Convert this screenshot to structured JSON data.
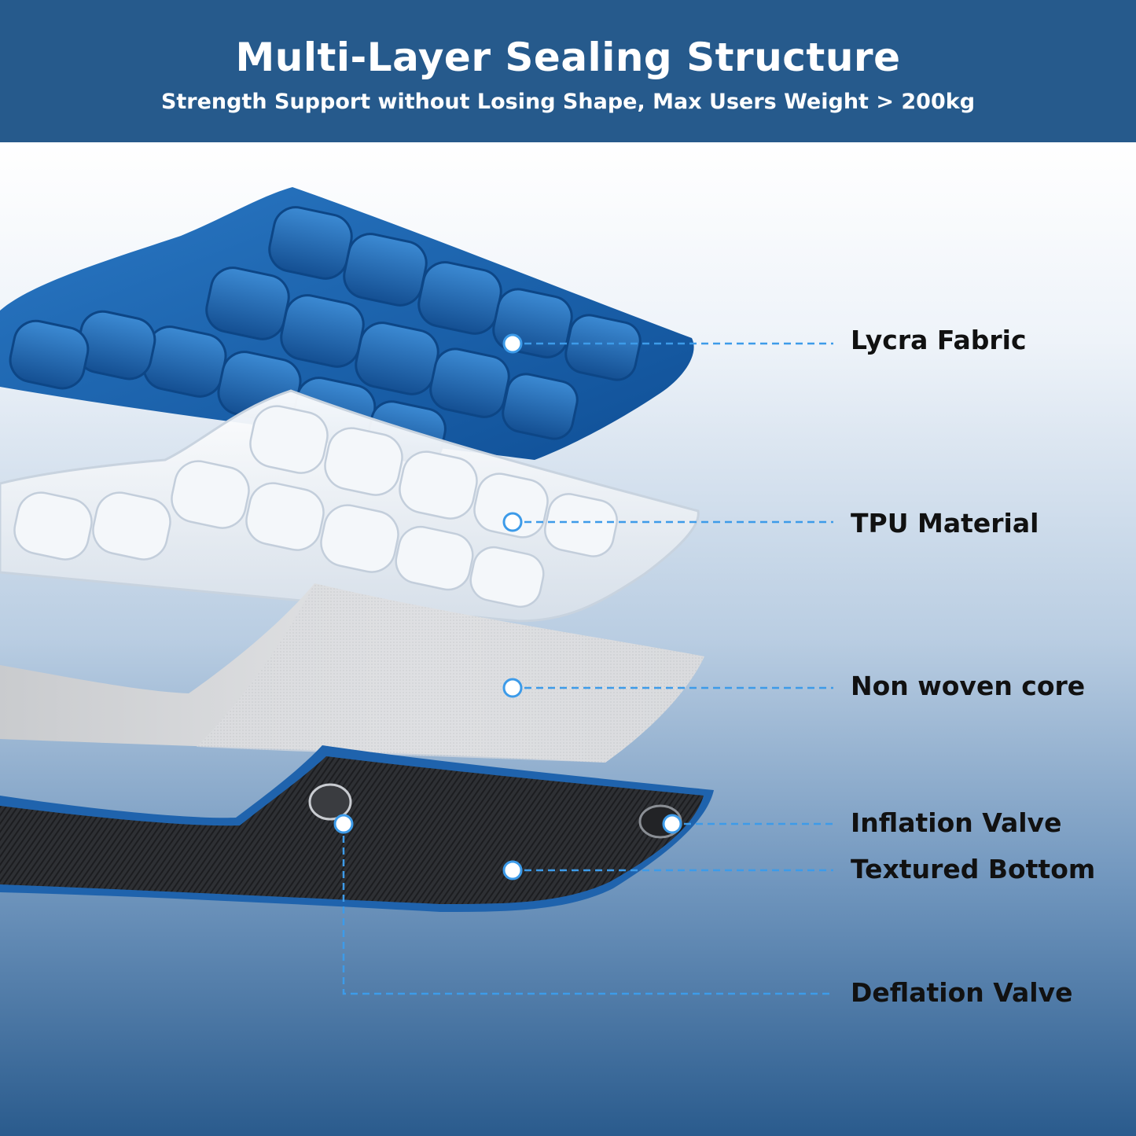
{
  "banner": {
    "title": "Multi-Layer Sealing Structure",
    "subtitle": "Strength Support without Losing Shape, Max Users Weight > 200kg",
    "background_color": "#265a8c"
  },
  "callouts": [
    {
      "label": "Lycra Fabric"
    },
    {
      "label": "TPU Material"
    },
    {
      "label": "Non woven core"
    },
    {
      "label": "Inflation Valve"
    },
    {
      "label": "Textured Bottom"
    },
    {
      "label": "Deflation Valve"
    }
  ],
  "colors": {
    "lycra_layer": "#1f67b2",
    "leader_line": "#3d9be9",
    "label_text": "#111111",
    "bottom_layer": "#2b2d31"
  }
}
